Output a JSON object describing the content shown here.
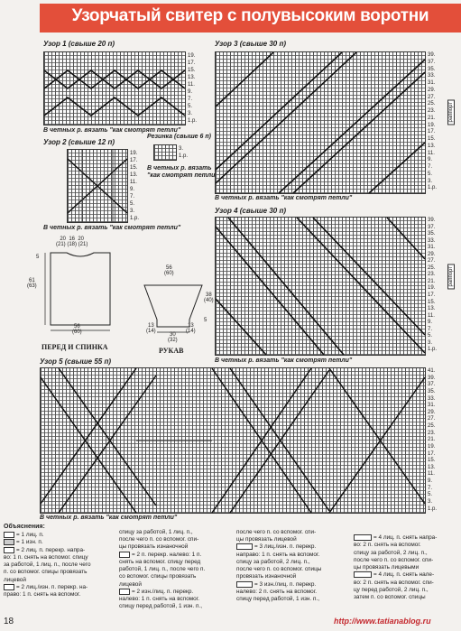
{
  "header": {
    "title": "Узорчатый свитер с полувысоким воротни"
  },
  "patterns": {
    "p1": {
      "title": "Узор 1 (свыше 20 п)",
      "rows": "19.\n17.\n15.\n13.\n11.\n9.\n7.\n5.\n3.\n1.р.",
      "note": "В четных р. вязать \"как смотрят петли\""
    },
    "p2": {
      "title": "Узор 2 (свыше 12 п)",
      "rows": "19.\n17.\n15.\n13.\n11.\n9.\n7.\n5.\n3.\n1.р.",
      "note": "В четных р. вязать \"как смотрят петли\""
    },
    "rib": {
      "title": "Резинка (свыше 6 п)",
      "rows": "3.\n1.р.",
      "note": "В четных р. вязать\n\"как смотрят петли\""
    },
    "p3": {
      "title": "Узор 3 (свыше 30 п)",
      "rows": "39.\n37.\n35.\n33.\n31.\n29.\n27.\n25.\n23.\n21.\n19.\n17.\n15.\n13.\n11.\n9.\n7.\n5.\n3.\n1.р.",
      "side": "раппорт",
      "note": "В четных р. вязать \"как смотрят петли\""
    },
    "p4": {
      "title": "Узор 4 (свыше 30 п)",
      "rows": "39.\n37.\n35.\n33.\n31.\n29.\n27.\n25.\n23.\n21.\n19.\n17.\n15.\n13.\n11.\n9.\n7.\n5.\n3.\n1.р.",
      "side": "раппорт",
      "note": "В четных р. вязать \"как смотрят петли\""
    },
    "p5": {
      "title": "Узор 5 (свыше 55 п)",
      "rows": "41.\n39.\n37.\n35.\n33.\n31.\n29.\n27.\n25.\n23.\n21.\n19.\n17.\n15.\n13.\n11.\n9.\n7.\n5.\n3.\n1.р.",
      "note": "В четных р. вязать \"как смотрят петли\""
    }
  },
  "schemas": {
    "body": {
      "caption": "ПЕРЕД И СПИНКА",
      "top": "20  16  20\n(21) (18) (21)",
      "left": "61\n(63)",
      "left2": "5",
      "bottom": "56\n(60)"
    },
    "sleeve": {
      "caption": "РУКАВ",
      "top": "56\n(60)",
      "right": "38\n(40)",
      "right2": "5",
      "bottom": "30\n(32)",
      "bl": "13\n(14)",
      "br": "13\n(14)"
    }
  },
  "legend": {
    "title": "Объяснения:",
    "col1": [
      "= 1 лиц. п.",
      "= 1 изн. п.",
      "= 2 лиц. п. перекр. напра-",
      "во: 1 п. снять на вспомог. спицу",
      "за работой, 1 лиц. п., после чего",
      "п. со вспомог. спицы провязать",
      "лицевой",
      "= 2 лиц./изн. п. перекр. на-",
      "право: 1 п. снять на вспомог."
    ],
    "col2": [
      "спицу за работой, 1 лиц. п.,",
      "после чего п. со вспомог. спи-",
      "цы провязать изнаночной",
      "= 2 п. перекр. налево: 1 п.",
      "снять на вспомог. спицу перед",
      "работой, 1 лиц. п., после чего п.",
      "со вспомог. спицы провязать",
      "лицевой",
      "= 2 изн./лиц. п. перекр.",
      "налево: 1 п. снять на вспомог.",
      "спицу перед работой, 1 изн. п.,"
    ],
    "col3": [
      "после чего п. со вспомог. спи-",
      "цы провязать лицевой",
      "= 3 лиц./изн. п. перекр.",
      "направо: 1 п. снять на вспомог.",
      "спицу за работой, 2 лиц. п.,",
      "после чего п. со вспомог. спицы",
      "провязать изнаночной",
      "= 3 изн./лиц. п. перекр.",
      "налево: 2 п. снять на вспомог.",
      "спицу перед работой, 1 изн. п.,"
    ],
    "col4": [
      "= 4 лиц. п. снять напра-",
      "во: 2 п. снять на вспомог.",
      "спицу за работой, 2 лиц. п.,",
      "после чего п. со вспомог. спи-",
      "цы провязать лицевыми",
      "= 4 лиц. п. снять нале-",
      "во: 2 п. снять на вспомог. спи-",
      "цу перед работой, 2 лиц. п.,",
      "затем п. со вспомог. спицы"
    ]
  },
  "footer": {
    "page": "18",
    "url": "http://www.tatianablog.ru"
  }
}
